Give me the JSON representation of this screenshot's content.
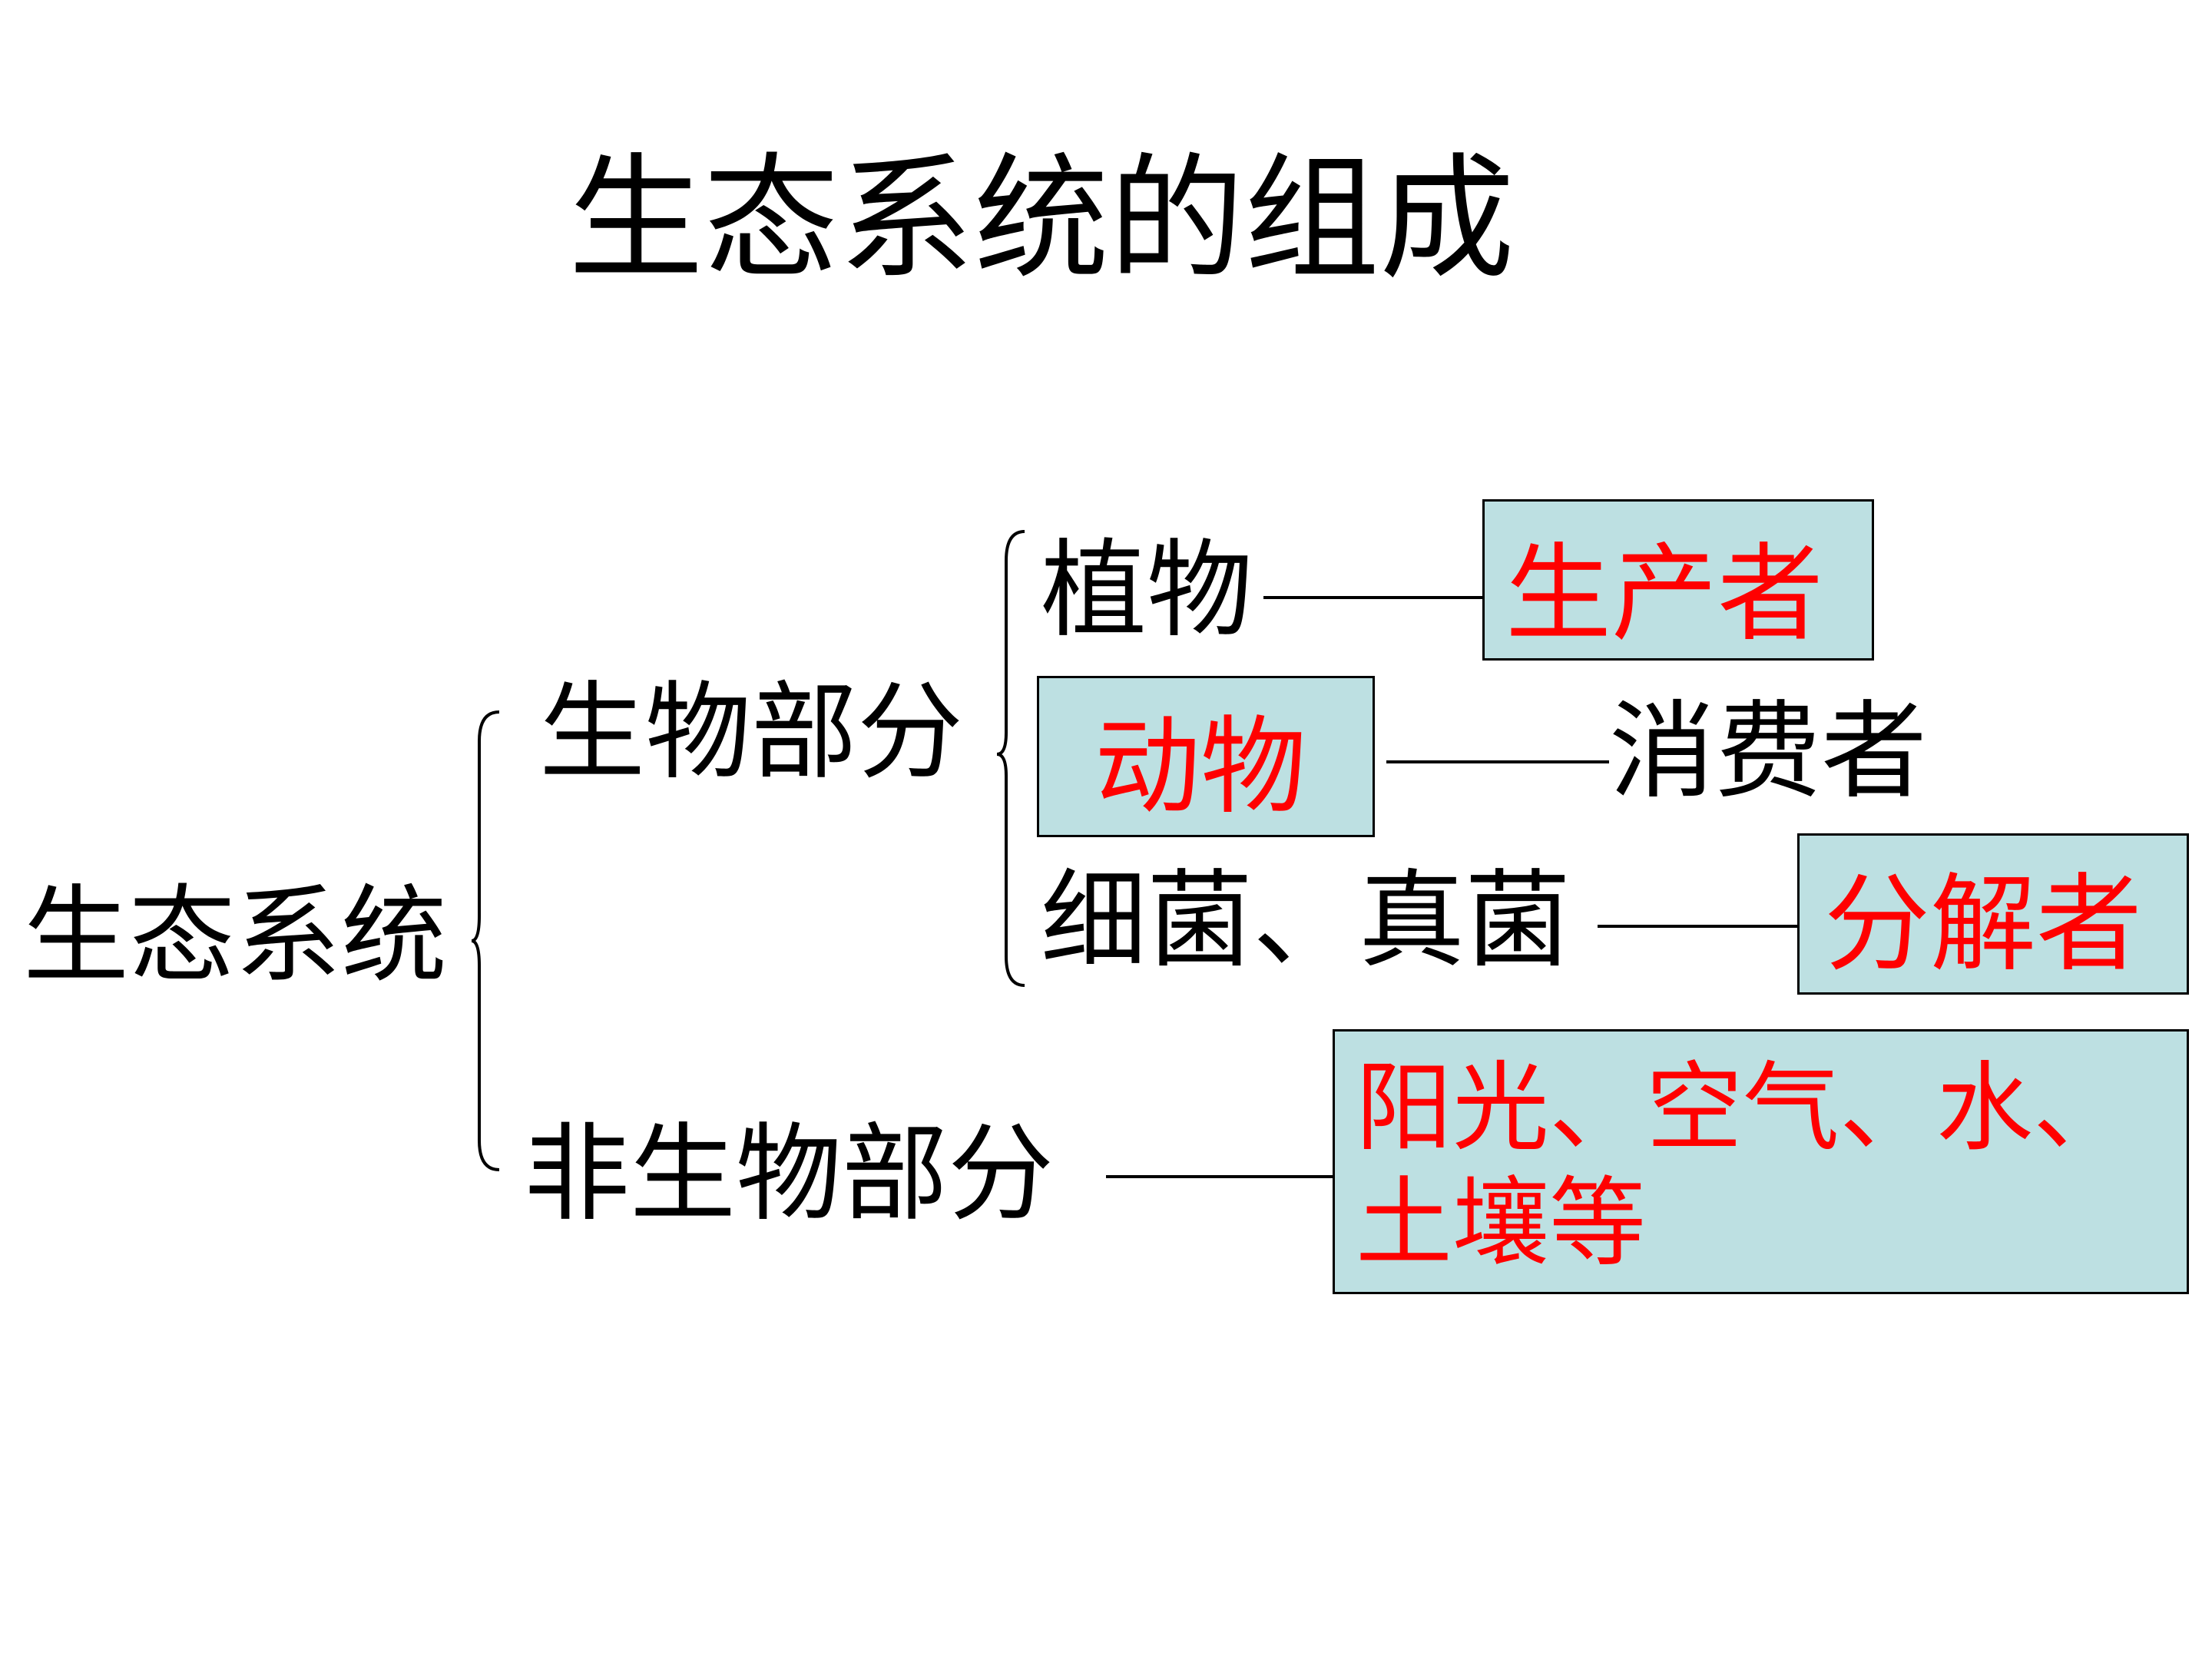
{
  "title": "生态系统的组成",
  "root": "生态系统",
  "biotic": {
    "label": "生物部分",
    "items": [
      {
        "name": "植物",
        "role": "生产者"
      },
      {
        "name": "动物",
        "role": "消费者"
      },
      {
        "name": "细菌、真菌",
        "role": "分解者"
      }
    ]
  },
  "abiotic": {
    "label": "非生物部分",
    "factors_line1": "阳光、空气、水、",
    "factors_line2": "土壤等"
  },
  "colors": {
    "highlight_box": "#bde0e2",
    "highlight_text": "#ff0000",
    "text": "#000000"
  }
}
